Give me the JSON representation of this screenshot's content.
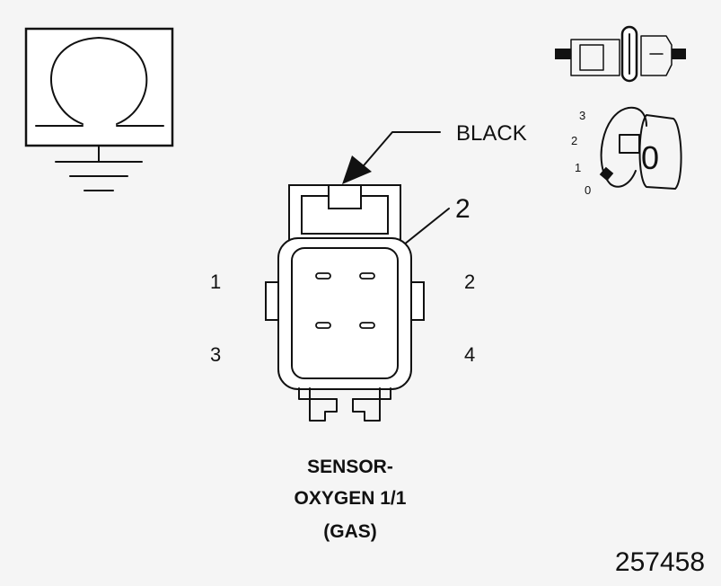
{
  "diagram": {
    "wire_color_label": "BLACK",
    "callout_pin": "2",
    "pins": [
      "1",
      "2",
      "3",
      "4"
    ],
    "caption_lines": [
      "SENSOR-",
      "OXYGEN 1/1",
      "(GAS)"
    ],
    "key_positions": [
      "3",
      "2",
      "1",
      "0"
    ],
    "key_selected": "0",
    "figure_number": "257458"
  },
  "colors": {
    "ink": "#111111",
    "background": "#f5f5f5",
    "face": "#ffffff"
  }
}
